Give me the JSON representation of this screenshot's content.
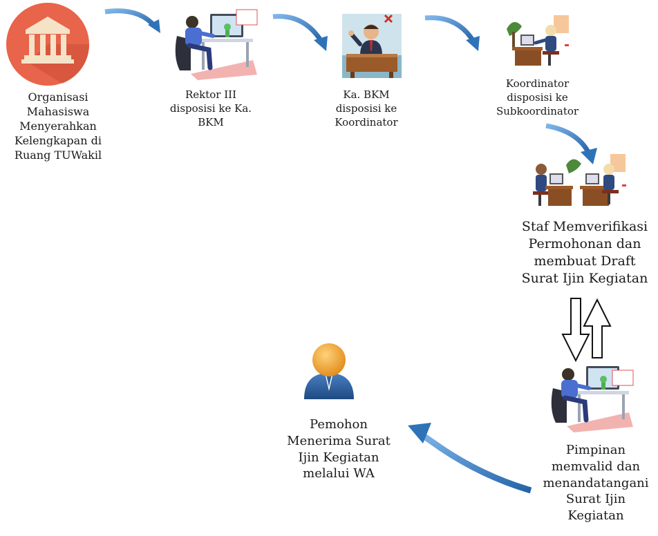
{
  "diagram": {
    "steps": [
      {
        "id": "organisasi",
        "label": "Organisasi\nMahasiswa\nMenyerahkan\nKelengkapan di\nRuang  TUWakil",
        "icon": "institution-building-icon"
      },
      {
        "id": "rektor",
        "label": "Rektor III\ndisposisi ke Ka.\nBKM",
        "icon": "office-worker-desk-icon"
      },
      {
        "id": "kabkm",
        "label": "Ka. BKM\ndisposisi ke\nKoordinator",
        "icon": "manager-desk-icon"
      },
      {
        "id": "koordinator",
        "label": "Koordinator\ndisposisi ke\nSubkoordinator",
        "icon": "office-worker-desk-icon"
      },
      {
        "id": "staf",
        "label": "Staf Memverifikasi\nPermohonan dan\nmembuat Draft\nSurat Ijin Kegiatan",
        "icon": "two-workers-desk-icon"
      },
      {
        "id": "pimpinan",
        "label": "Pimpinan\nmemvalid dan\nmenandatangani\nSurat Ijin\nKegiatan",
        "icon": "office-worker-desk-icon"
      },
      {
        "id": "pemohon",
        "label": "Pemohon\nMenerima Surat\nIjin Kegiatan\nmelalui WA",
        "icon": "person-user-icon"
      }
    ],
    "colors": {
      "arrow_blue": "#2e73b8",
      "arrow_blue_light": "#5aa0de",
      "building_circle": "#e8644a",
      "person_head": "#f0a030",
      "person_body": "#2f5f9e"
    }
  }
}
